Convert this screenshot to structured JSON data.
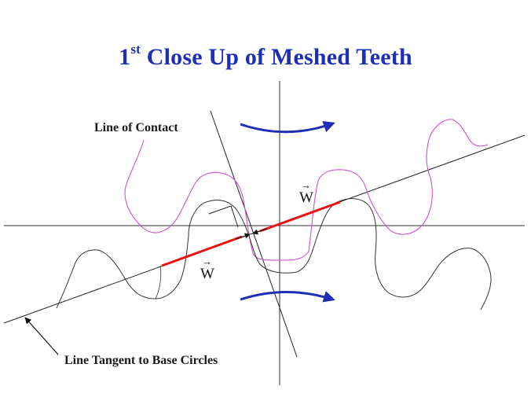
{
  "title": {
    "prefix": "1",
    "superscript": "st",
    "rest": " Close Up of Meshed Teeth"
  },
  "labels": {
    "line_of_contact": "Line of Contact",
    "line_tangent": "Line Tangent to Base Circles",
    "force_upper": "W",
    "force_lower": "W"
  },
  "colors": {
    "title": "#1f2fb5",
    "upper_gear": "#d24ed2",
    "lower_gear": "#333333",
    "force_arrow": "#ee1111",
    "rotation_arrow": "#1f2fb5",
    "lines": "#222222"
  }
}
